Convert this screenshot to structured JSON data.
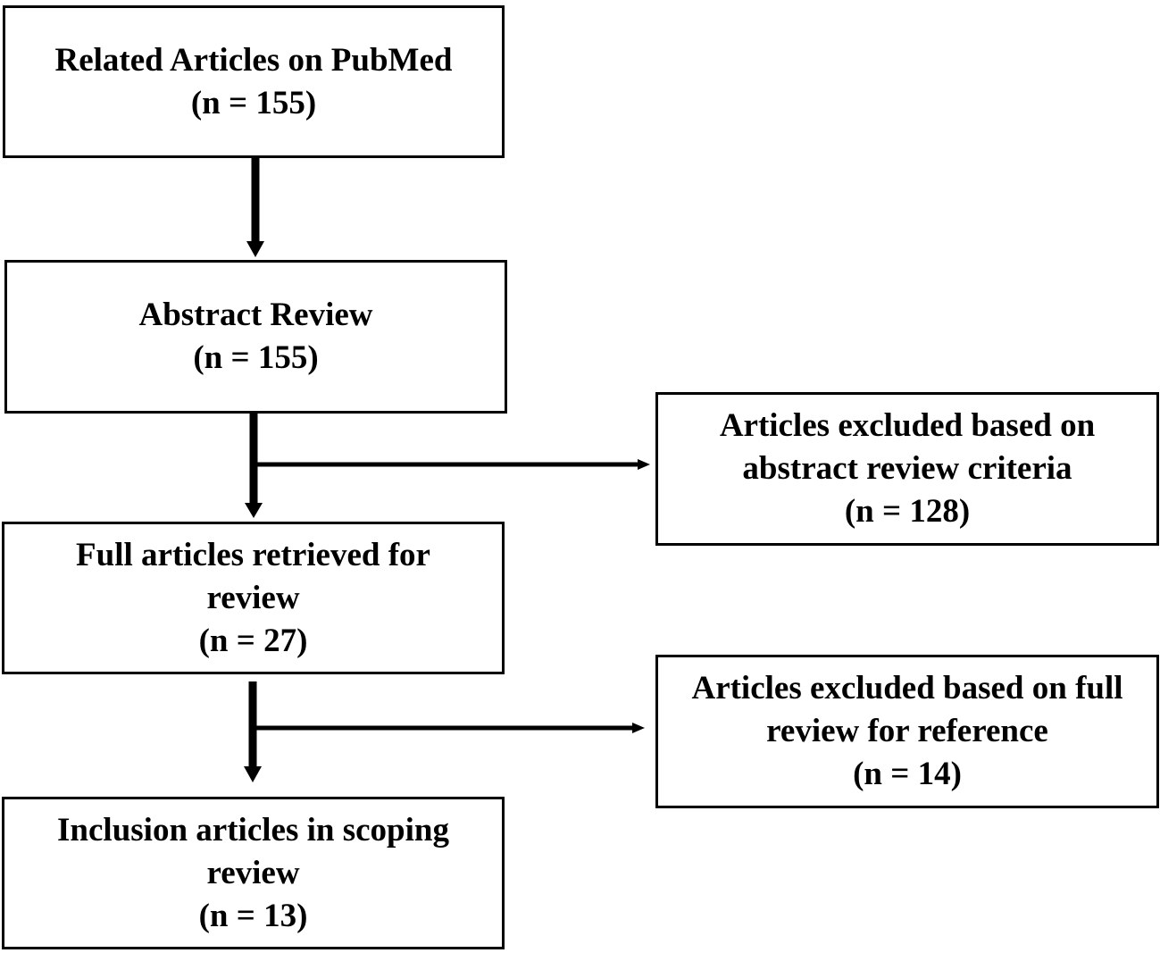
{
  "boxes": {
    "related_articles": {
      "title": "Related Articles on PubMed",
      "count": "(n = 155)"
    },
    "abstract_review": {
      "title": "Abstract Review",
      "count": "(n = 155)"
    },
    "full_articles": {
      "line1": "Full articles retrieved for",
      "line2": "review",
      "count": "(n = 27)"
    },
    "inclusion_articles": {
      "line1": "Inclusion articles in scoping",
      "line2": "review",
      "count": "(n = 13)"
    },
    "excluded_abstract": {
      "line1": "Articles excluded based on",
      "line2": "abstract review criteria",
      "count": "(n = 128)"
    },
    "excluded_full": {
      "line1": "Articles excluded based on full",
      "line2": "review for reference",
      "count": "(n = 14)"
    }
  },
  "colors": {
    "stroke": "#000000",
    "background": "#ffffff"
  }
}
